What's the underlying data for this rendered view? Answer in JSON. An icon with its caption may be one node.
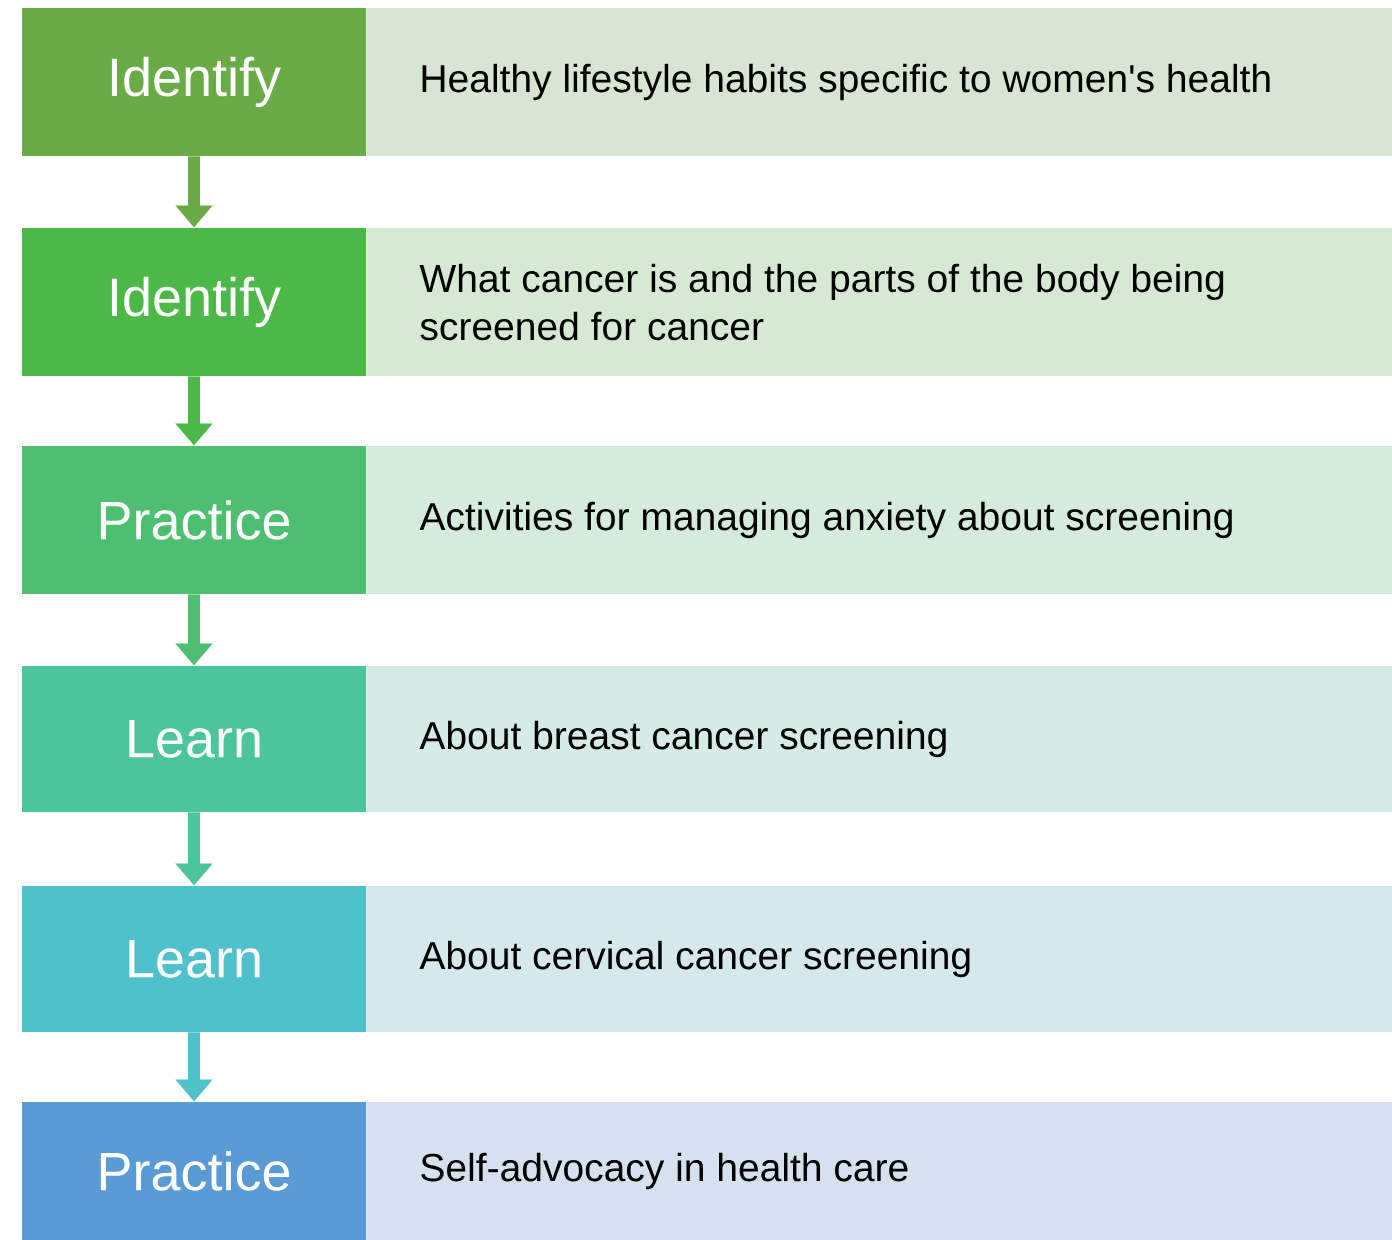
{
  "diagram": {
    "nodes": [
      {
        "text": [
          "Identify"
        ]
      },
      {
        "text": [
          "Healthy lifestyle habits specific to women's health"
        ]
      },
      {
        "text": [
          "Identify"
        ]
      },
      {
        "text": [
          "What cancer is and the parts of the body being screened for cancer"
        ]
      },
      {
        "text": [
          "Practice"
        ]
      },
      {
        "text": [
          "Activities for managing anxiety about screening"
        ]
      },
      {
        "text": [
          "Learn"
        ]
      },
      {
        "text": [
          "About breast cancer screening"
        ]
      },
      {
        "text": [
          "Learn"
        ]
      },
      {
        "text": [
          "About cervical cancer screening"
        ]
      },
      {
        "text": [
          "Practice"
        ]
      },
      {
        "text": [
          "Self-advocacy in health care"
        ]
      }
    ],
    "edges": [
      {
        "from": 0,
        "to": 2,
        "arrow": "to",
        "color": "#6aab47"
      },
      {
        "from": 2,
        "to": 4,
        "arrow": "to",
        "color": "#4bb848"
      },
      {
        "from": 4,
        "to": 6,
        "arrow": "to",
        "color": "#4cc070"
      },
      {
        "from": 6,
        "to": 8,
        "arrow": "to",
        "color": "#4cc49c"
      },
      {
        "from": 8,
        "to": 10,
        "arrow": "to",
        "color": "#4ec1cc"
      }
    ]
  }
}
